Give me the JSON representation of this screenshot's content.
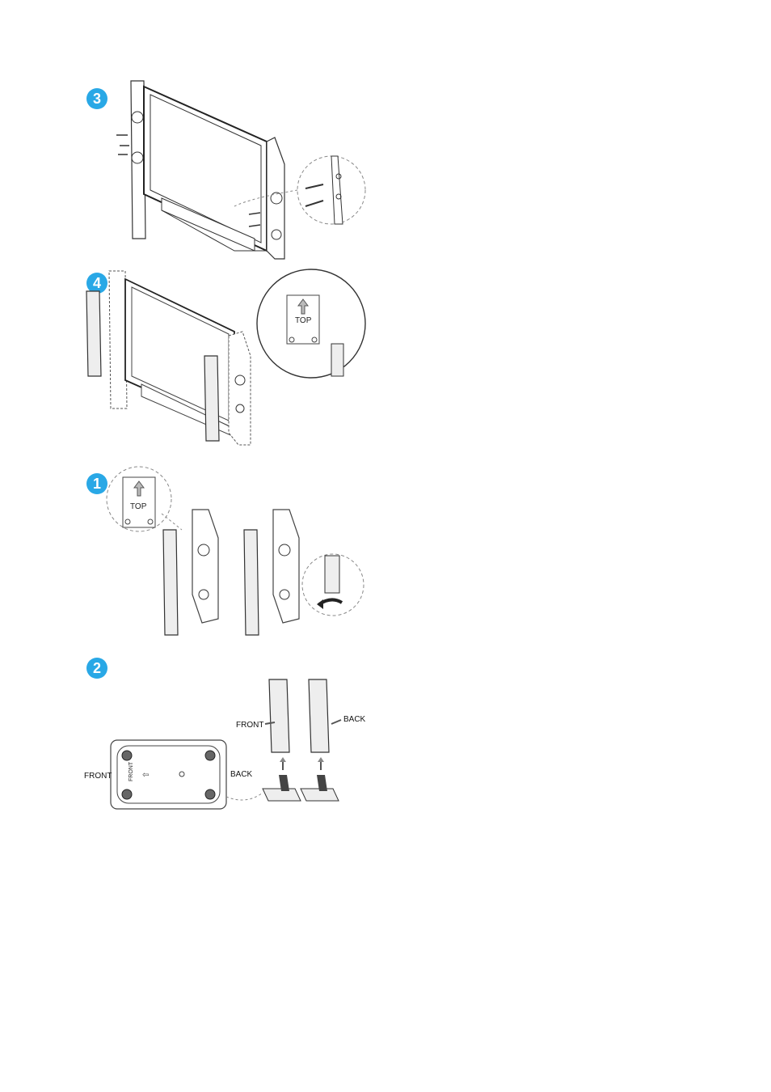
{
  "steps": {
    "s3": {
      "number": "3"
    },
    "s4": {
      "number": "4",
      "label_top": "TOP"
    },
    "s1": {
      "number": "1",
      "label_top": "TOP"
    },
    "s2": {
      "number": "2",
      "label_front": "FRONT",
      "label_back": "BACK",
      "label_front_small": "FRONT",
      "label_front_speaker": "FRONT",
      "label_back_speaker": "BACK"
    }
  },
  "colors": {
    "badge": "#29a8e6",
    "line": "#333333",
    "dashed": "#888888"
  }
}
